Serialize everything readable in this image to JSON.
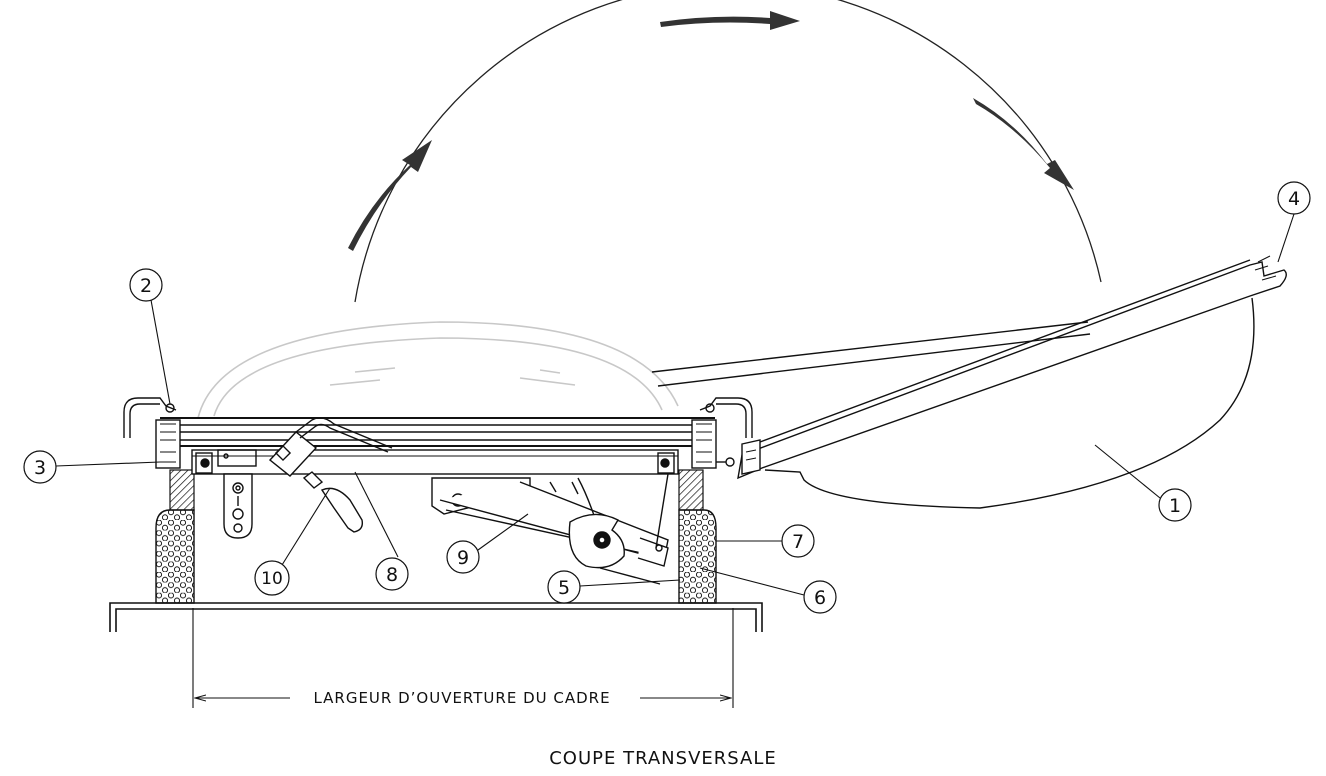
{
  "drawing": {
    "callouts": [
      "1",
      "2",
      "3",
      "4",
      "5",
      "6",
      "7",
      "8",
      "9",
      "10"
    ],
    "dimension_label": "LARGEUR D’OUVERTURE DU CADRE",
    "caption": "COUPE TRANSVERSALE"
  },
  "colors": {
    "line": "#111111",
    "ghost_dome": "#c8c8c8",
    "arrow": "#333333"
  }
}
